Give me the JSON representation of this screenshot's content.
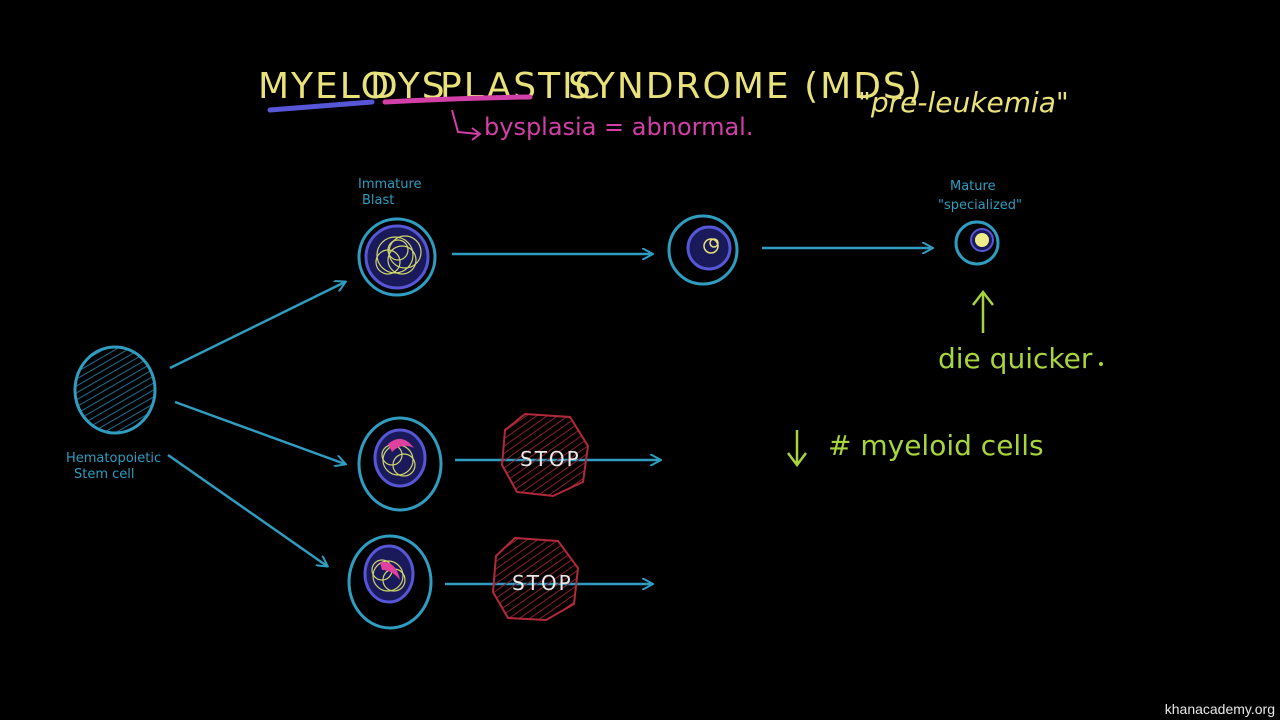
{
  "title": {
    "part_myelo": "MYELO",
    "part_dys": "DYS",
    "part_plastic": "PLASTIC",
    "part_rest": "SYNDROME (MDS)"
  },
  "definition": "bysplasia = abnormal.",
  "nickname": "\"pre-leukemia\"",
  "labels": {
    "immature_blast_line1": "Immature",
    "immature_blast_line2": "Blast",
    "mature_line1": "Mature",
    "mature_line2": "\"specialized\"",
    "stem_cell_line1": "Hematopoietic",
    "stem_cell_line2": "Stem cell",
    "die_quicker": "die quicker",
    "myeloid_cells": "# myeloid cells",
    "stop_1": "STOP",
    "stop_2": "STOP"
  },
  "colors": {
    "title_yellow": "#e9e27a",
    "magenta": "#d23fa6",
    "underline_blue": "#5656d6",
    "cell_blue": "#2f9cc0",
    "green_text": "#a8d43c",
    "stop_red": "#b22a3a"
  },
  "credit": "khanacademy.org"
}
